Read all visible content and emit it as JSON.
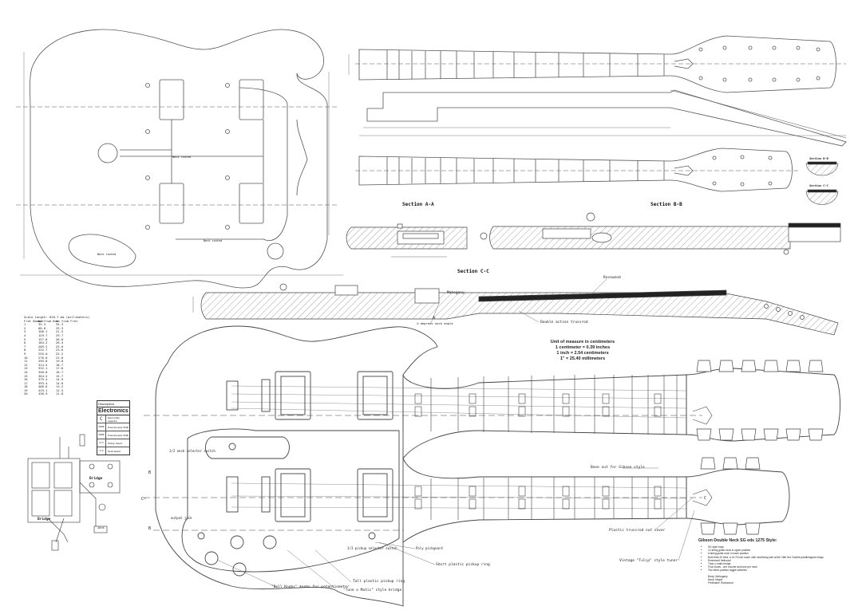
{
  "sections": {
    "a": "Section A-A",
    "b": "Section B-B",
    "c": "Section C-C",
    "bb_small": "Section B-B",
    "cc_small": "Section C-C"
  },
  "cut_letters": [
    "A",
    "B",
    "B",
    "C",
    "C"
  ],
  "units": {
    "title": "Unit of measure in centimeters",
    "line1": "1 centimeter = 0.39 inches",
    "line2": "1 inch = 2.54 centimeters",
    "line3": "1\" = 25.40 millimeters"
  },
  "fret_table": {
    "scale": "Scale Length: 628.7 mm (millimeters)",
    "headers": [
      "Fret Number",
      "mm from Nut",
      "mm from Fret"
    ],
    "rows": [
      [
        "1",
        "35.3",
        "35.3"
      ],
      [
        "2",
        "68.6",
        "33.3"
      ],
      [
        "3",
        "100.1",
        "31.5"
      ],
      [
        "4",
        "129.7",
        "29.7"
      ],
      [
        "5",
        "157.8",
        "28.0"
      ],
      [
        "6",
        "184.2",
        "26.5"
      ],
      [
        "7",
        "209.2",
        "25.0"
      ],
      [
        "8",
        "232.7",
        "23.6"
      ],
      [
        "9",
        "255.0",
        "22.2"
      ],
      [
        "10",
        "276.0",
        "21.0"
      ],
      [
        "11",
        "295.8",
        "19.8"
      ],
      [
        "12",
        "314.5",
        "18.7"
      ],
      [
        "13",
        "332.1",
        "17.6"
      ],
      [
        "14",
        "348.8",
        "16.7"
      ],
      [
        "15",
        "364.5",
        "15.7"
      ],
      [
        "16",
        "379.4",
        "14.9"
      ],
      [
        "17",
        "393.4",
        "14.0"
      ],
      [
        "18",
        "406.6",
        "13.2"
      ],
      [
        "19",
        "419.1",
        "12.5"
      ],
      [
        "20",
        "430.9",
        "11.8"
      ]
    ]
  },
  "electronics": {
    "header": "Description",
    "title": "Electronics",
    "rows": [
      {
        "sym": "C",
        "text": "Neck treble capacitor"
      },
      {
        "sym": "500K",
        "text": "Potentiometer 500k"
      },
      {
        "sym": "500K",
        "text": "Potentiometer 500k"
      },
      {
        "sym": "2/3",
        "text": "Pickup Select"
      },
      {
        "sym": "1/2",
        "text": "Neck Select"
      }
    ]
  },
  "wiring": {
    "bridge_top": "Bridge",
    "bridge_bottom": "Bridge",
    "jack": "Jack"
  },
  "annotations": {
    "mahogany": "Mahogany",
    "rosewood": "Rosewood",
    "angle": "4 degrees neck angle",
    "truss_rod": "Double action trussrod",
    "neck_selector": "1/2 neck selector switch",
    "output_jack": "output jack",
    "bone_nut": "Bone nut for Gibson style",
    "truss_cover": "Plastic trussrod nut cover",
    "tulip": "Vintage \"Tulip\" style tuner",
    "pickup_selector": "1/3 pickup selector switch",
    "poly_pickguard": "Poly pickguard",
    "short_ring": "Short plastic pickup ring",
    "tall_ring": "Tall plastic pickup ring",
    "bell_knobs": "\"Bell Knobs\" knobs for potentiometer",
    "tom_bridge": "\"Tune o Matic\" style bridge",
    "neck_routed": "Neck routed",
    "neck_routed2": "Neck routed",
    "neck_routed3": "Neck routed"
  },
  "spec": {
    "title": "Gibson Double Neck SG eds 1275 Style:",
    "items": [
      "SG style body",
      "12-string guitar neck in upper position",
      "6-string guitar neck in lower position",
      "Both frets 20 frets, a 24.75 inch scale, with neck/body joint at the 16th fret. Double parallelogram inlays.",
      "Rosewood fretboard",
      "Tune-o-matic bridge",
      "Four knobs - one volume and tone per neck",
      "Two three-position toggle switches"
    ],
    "body": "Body: Mahogany",
    "neck": "Neck: Maple",
    "fretboard": "Fretboard: Rosewood"
  },
  "colors": {
    "line": "#555555",
    "hatch": "#666666",
    "fretboard_dark": "#222222"
  }
}
